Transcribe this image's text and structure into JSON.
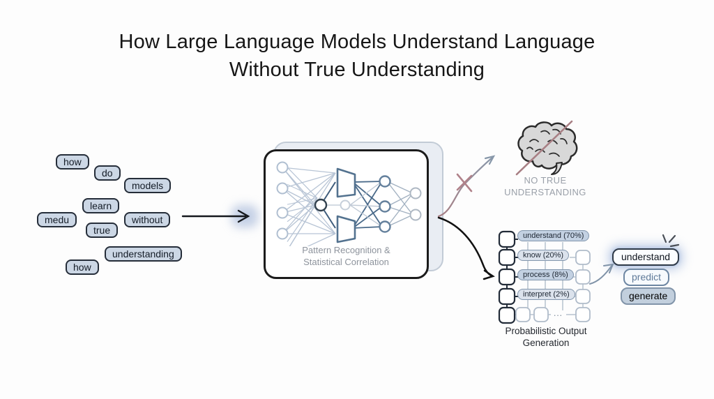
{
  "title": {
    "line1": "How Large Language Models Understand Language",
    "line2": "Without True Understanding"
  },
  "input_tokens": [
    {
      "label": "how"
    },
    {
      "label": "do"
    },
    {
      "label": "models"
    },
    {
      "label": "learn"
    },
    {
      "label": "medu"
    },
    {
      "label": "without"
    },
    {
      "label": "true"
    },
    {
      "label": "understanding"
    },
    {
      "label": "how"
    }
  ],
  "model_box": {
    "label_line1": "Pattern Recognition &",
    "label_line2": "Statistical Correlation"
  },
  "no_understanding": {
    "line1": "NO TRUE",
    "line2": "UNDERSTANDING"
  },
  "probability_grid": {
    "items": [
      {
        "label": "understand (70%)"
      },
      {
        "label": "know (20%)"
      },
      {
        "label": "process (8%)"
      },
      {
        "label": "interpret (2%)"
      }
    ],
    "ellipsis": "···",
    "caption_line1": "Probabilistic Output",
    "caption_line2": "Generation"
  },
  "output_tokens": [
    {
      "label": "understand"
    },
    {
      "label": "predict"
    },
    {
      "label": "generate"
    }
  ],
  "colors": {
    "token_fill": "#ccd7e5",
    "token_border": "#252d39",
    "accent_blue": "#8093a8",
    "crossed_arrow": "#a87f84",
    "highlight_glow": "#82a0d2"
  }
}
